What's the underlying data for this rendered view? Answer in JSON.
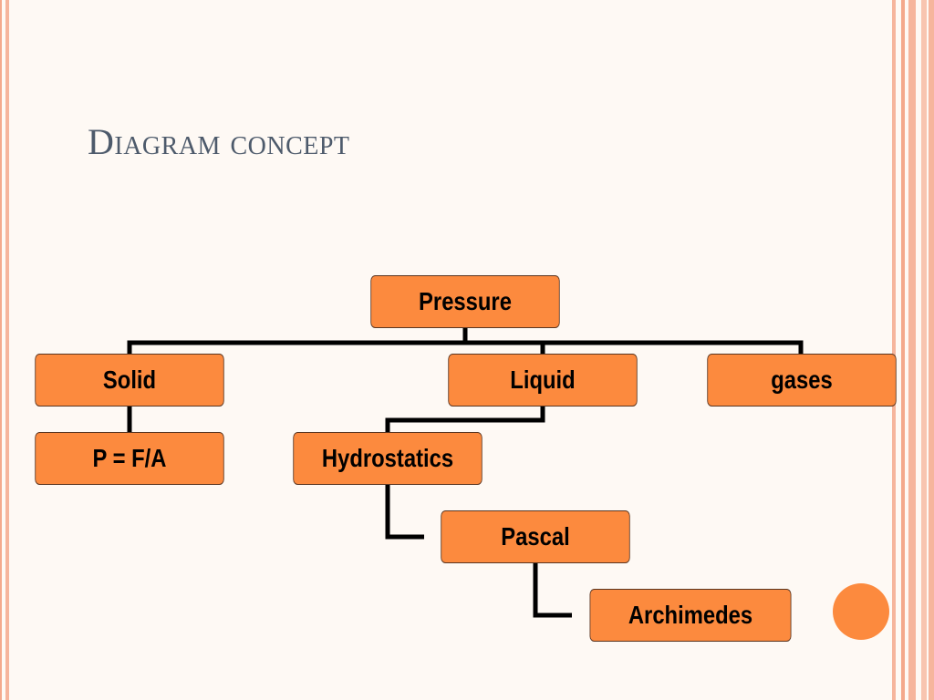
{
  "slide": {
    "title": "Diagram concept"
  },
  "diagram": {
    "nodes": {
      "pressure": "Pressure",
      "solid": "Solid",
      "liquid": "Liquid",
      "gases": "gases",
      "formula": "P = F/A",
      "hydrostatics": "Hydrostatics",
      "pascal": "Pascal",
      "archimedes": "Archimedes"
    },
    "edges": [
      [
        "pressure",
        "solid"
      ],
      [
        "pressure",
        "liquid"
      ],
      [
        "pressure",
        "gases"
      ],
      [
        "solid",
        "formula"
      ],
      [
        "liquid",
        "hydrostatics"
      ],
      [
        "hydrostatics",
        "pascal"
      ],
      [
        "pascal",
        "archimedes"
      ]
    ]
  },
  "colors": {
    "node_fill": "#fc8a3e",
    "title": "#4d5a6b",
    "background": "#fef9f4",
    "border_stripe": "#f6b59c"
  }
}
